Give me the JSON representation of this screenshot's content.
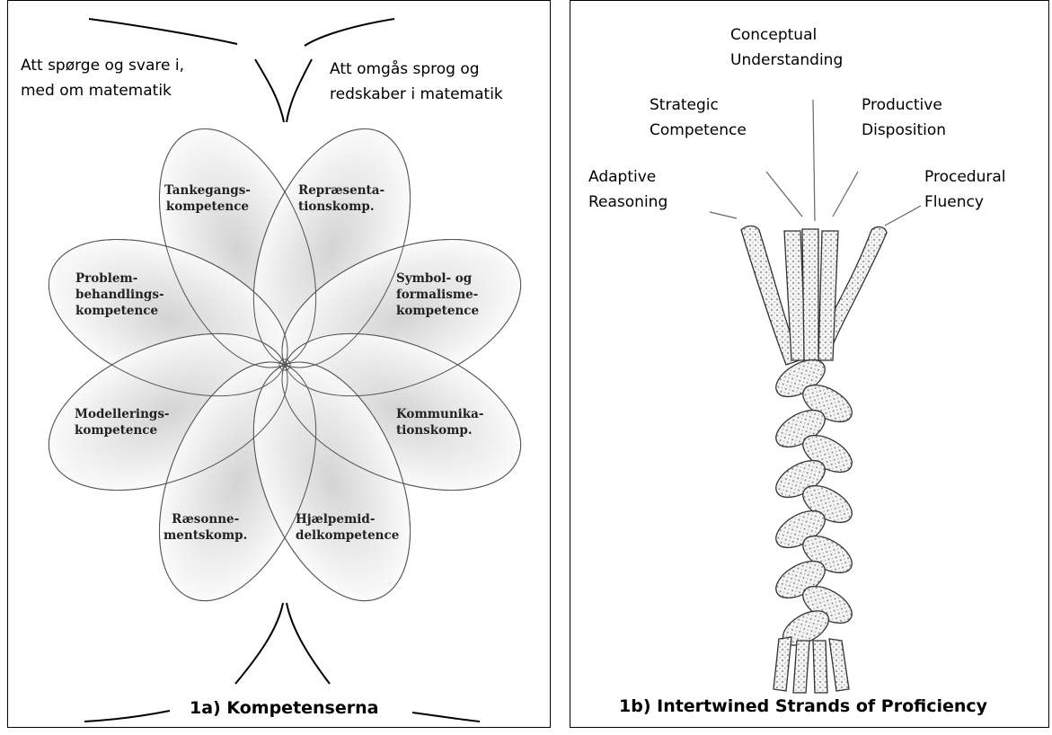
{
  "panel_a": {
    "label_left": "Att spørge og svare i,\nmed om matematik",
    "label_right": "Att omgås sprog og\nredskaber i matematik",
    "petals": [
      "Tankegangs-\nkompetence",
      "Repræsenta-\ntionskomp.",
      "Problem-\nbehandlings-\nkompetence",
      "Symbol- og\nformalisme-\nkompetence",
      "Modellerings-\nkompetence",
      "Kommunika-\ntionskomp.",
      "Ræsonne-\nmentskomp.",
      "Hjælpemid-\ndelkompetence"
    ],
    "caption": "1a) Kompetenserna"
  },
  "panel_b": {
    "strands": {
      "conceptual": "Conceptual\nUnderstanding",
      "strategic": "Strategic\nCompetence",
      "productive": "Productive\nDisposition",
      "adaptive": "Adaptive\nReasoning",
      "procedural": "Procedural\nFluency"
    },
    "caption": "1b) Intertwined Strands of Proficiency"
  }
}
